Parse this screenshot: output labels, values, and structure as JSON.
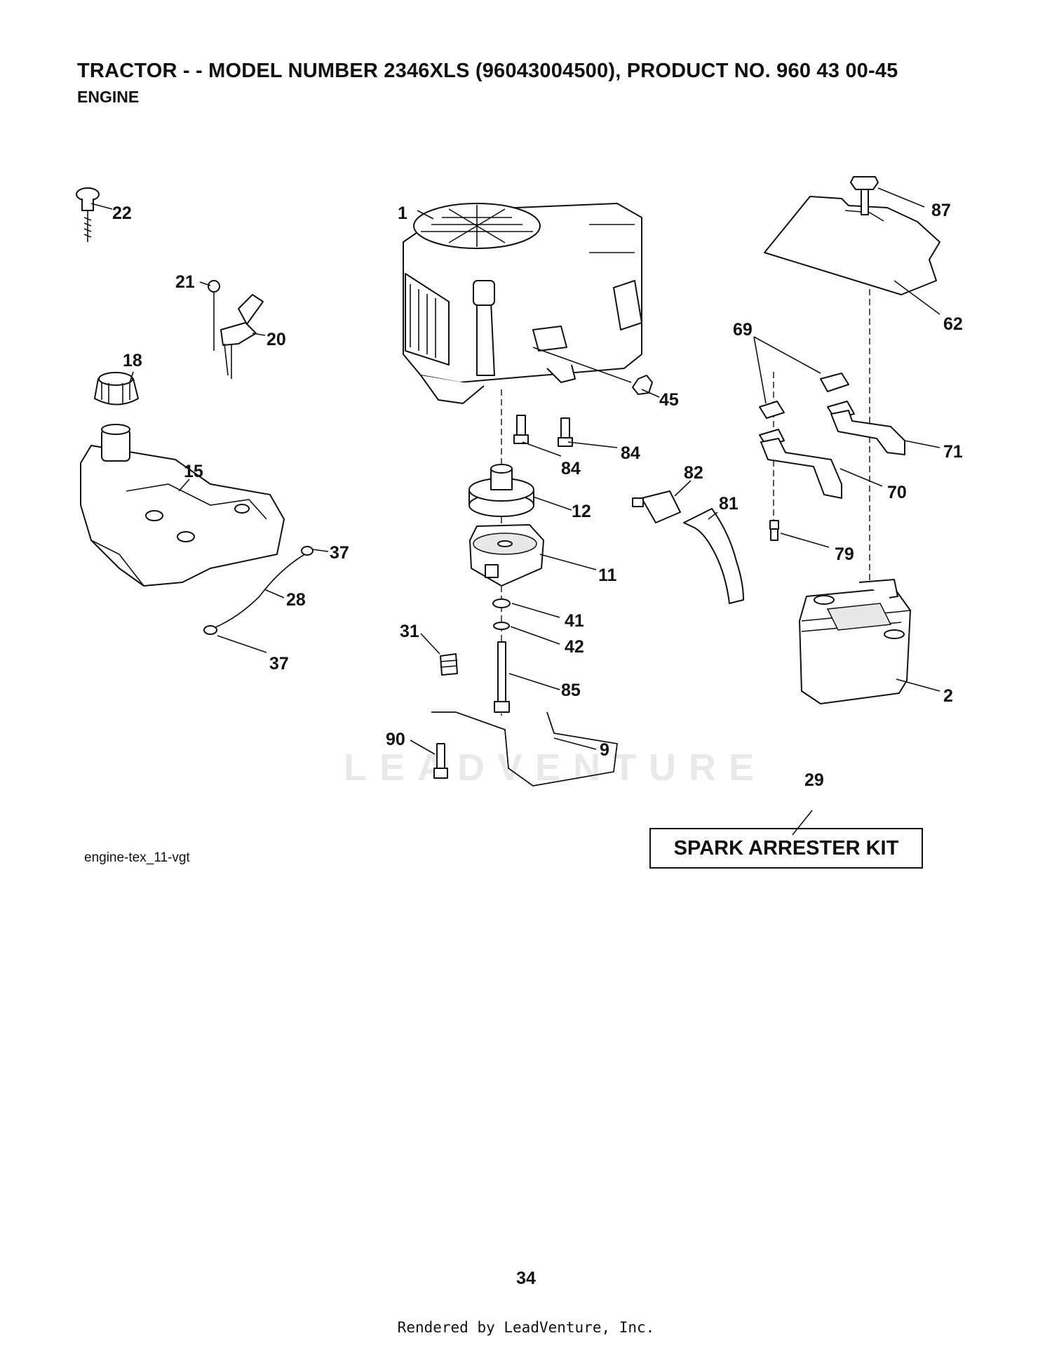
{
  "header": {
    "title": "TRACTOR - - MODEL NUMBER 2346XLS (96043004500), PRODUCT NO. 960 43 00-45",
    "subtitle": "ENGINE"
  },
  "callouts": {
    "c1": "1",
    "c2": "2",
    "c9": "9",
    "c11": "11",
    "c12": "12",
    "c15": "15",
    "c18": "18",
    "c20": "20",
    "c21": "21",
    "c22": "22",
    "c28": "28",
    "c29": "29",
    "c31": "31",
    "c37a": "37",
    "c37b": "37",
    "c41": "41",
    "c42": "42",
    "c45": "45",
    "c62": "62",
    "c69": "69",
    "c70": "70",
    "c71": "71",
    "c79": "79",
    "c81": "81",
    "c82": "82",
    "c84a": "84",
    "c84b": "84",
    "c85": "85",
    "c87": "87",
    "c90": "90"
  },
  "kit_label": "SPARK ARRESTER KIT",
  "figure_ref": "engine-tex_11-vgt",
  "watermark": "LEADVENTURE",
  "page_number": "34",
  "footer": "Rendered by LeadVenture, Inc."
}
